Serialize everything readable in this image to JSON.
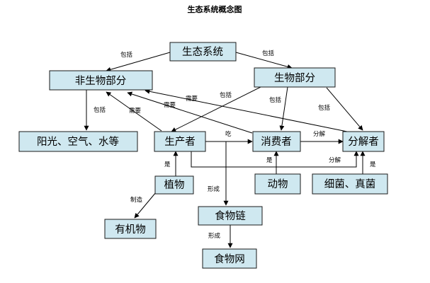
{
  "title": "生态系统概念图",
  "nodes": {
    "ecosystem": "生态系统",
    "nonliving": "非生物部分",
    "living": "生物部分",
    "sunlight": "阳光、空气、水等",
    "producer": "生产者",
    "consumer": "消费者",
    "decomposer": "分解者",
    "plant": "植物",
    "animal": "动物",
    "bacteria": "细菌、真菌",
    "organic": "有机物",
    "foodchain": "食物链",
    "foodweb": "食物网"
  },
  "edge_labels": {
    "eco_nonliving": "包括",
    "eco_living": "包括",
    "nonliving_sunlight": "包括",
    "living_producer": "包括",
    "living_consumer": "包括",
    "living_decomposer": "包括",
    "producer_nonliving": "需要",
    "consumer_nonliving": "需要",
    "decomposer_nonliving": "需要",
    "producer_consumer": "吃",
    "consumer_decomposer": "分解",
    "producer_decomposer": "分解",
    "plant_producer": "是",
    "animal_consumer": "是",
    "bacteria_decomposer": "是",
    "plant_organic": "制造",
    "producer_foodchain": "形成",
    "foodchain_foodweb": "形成"
  }
}
